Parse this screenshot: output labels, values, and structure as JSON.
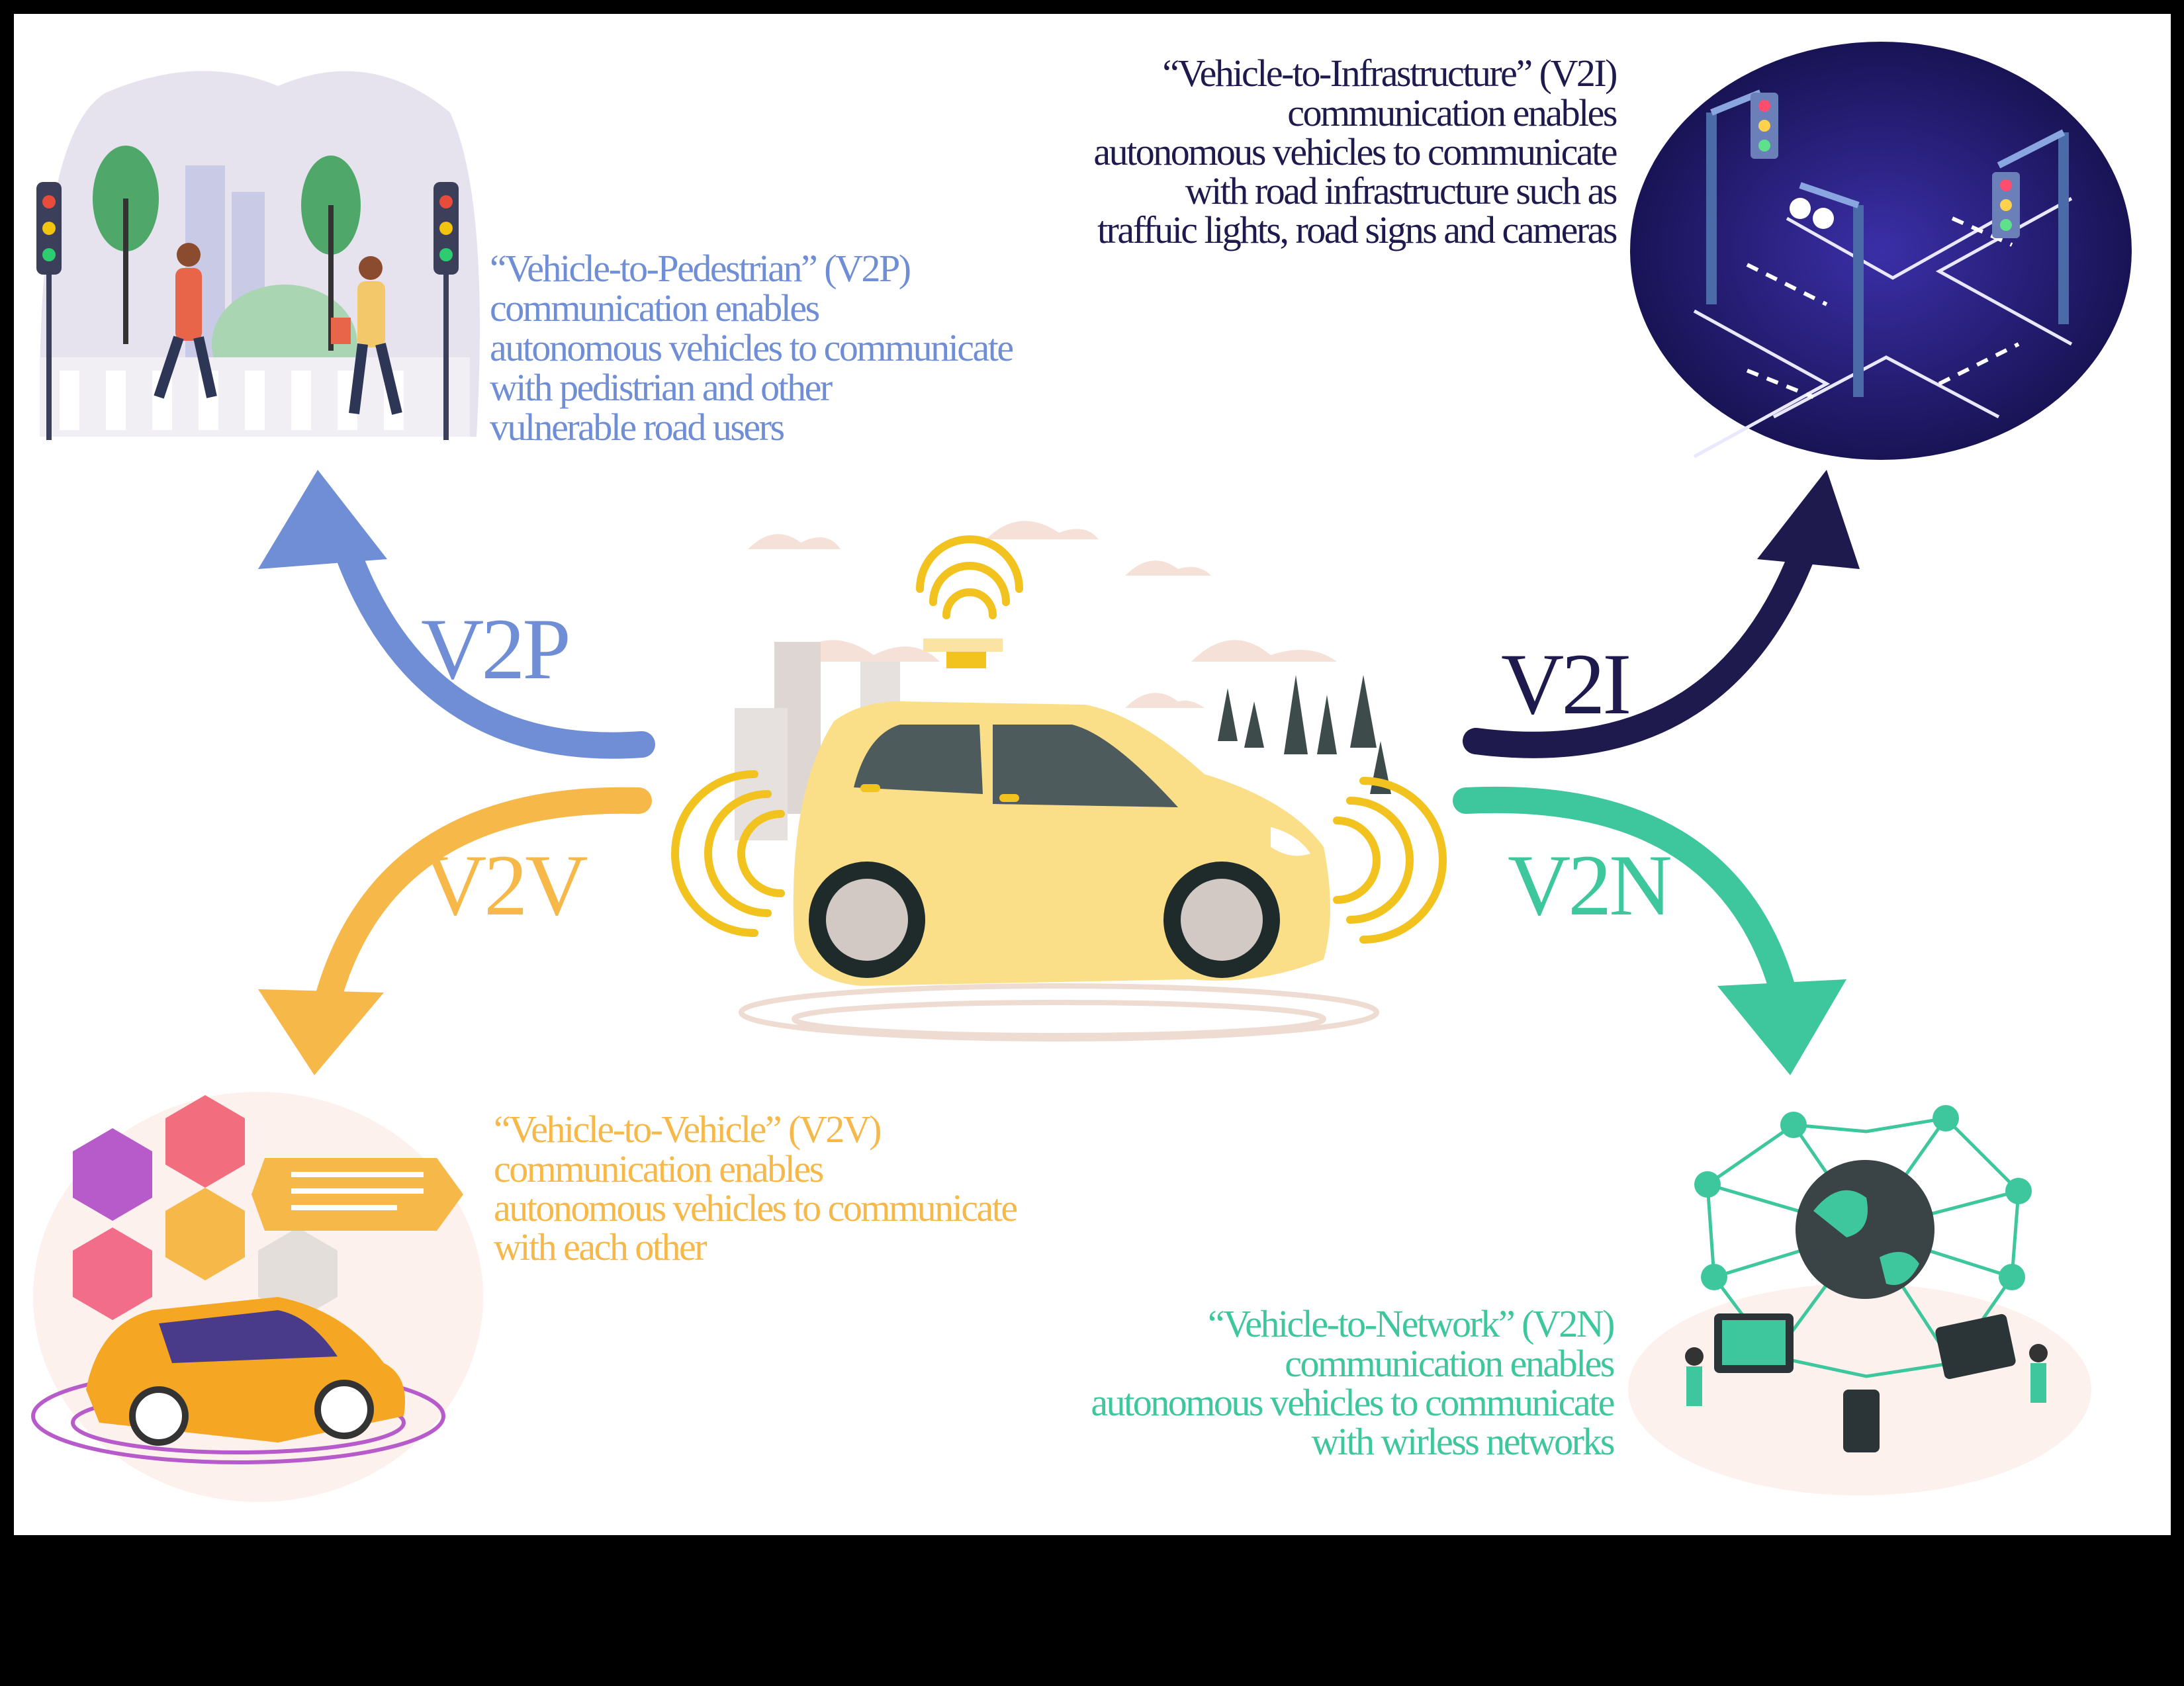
{
  "colors": {
    "v2p": "#6f8ed6",
    "v2i": "#1e1a4d",
    "v2v": "#f7b84a",
    "v2n": "#3ec79c",
    "background": "#ffffff",
    "frame": "#000000"
  },
  "center": {
    "image": "autonomous-car-illustration"
  },
  "v2p": {
    "label": "V2P",
    "image": "pedestrian-crossing-illustration",
    "lines": [
      "“Vehicle-to-Pedestrian” (V2P)",
      "communication enables",
      "autonomous vehicles to communicate",
      "with pedistrian and other",
      "vulnerable road users"
    ]
  },
  "v2i": {
    "label": "V2I",
    "image": "intersection-traffic-lights-illustration",
    "lines": [
      "“Vehicle-to-Infrastructure” (V2I)",
      "communication enables",
      "autonomous vehicles to communicate",
      "with road infrastructure such as",
      "traffuic lights, road signs and cameras"
    ]
  },
  "v2v": {
    "label": "V2V",
    "image": "connected-car-hexagons-illustration",
    "lines": [
      "“Vehicle-to-Vehicle” (V2V)",
      "communication enables",
      "autonomous vehicles to communicate",
      "with each other"
    ]
  },
  "v2n": {
    "label": "V2N",
    "image": "global-network-illustration",
    "lines": [
      "“Vehicle-to-Network” (V2N)",
      "communication enables",
      "autonomous vehicles to communicate",
      "with wirless networks"
    ]
  }
}
